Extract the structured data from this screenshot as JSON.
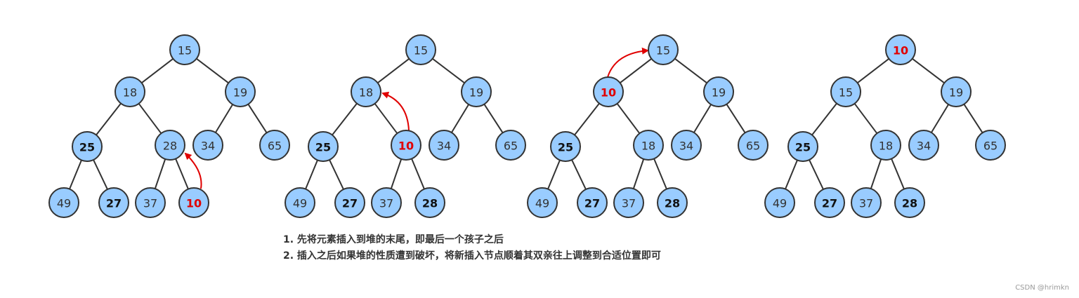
{
  "colors": {
    "node_fill": "#99ccff",
    "node_stroke": "#333333",
    "highlight": "#e00000",
    "edge": "#333333"
  },
  "trees": [
    {
      "nodes": [
        {
          "id": "a0",
          "label": "15"
        },
        {
          "id": "a1",
          "label": "18"
        },
        {
          "id": "a2",
          "label": "19"
        },
        {
          "id": "a3",
          "label": "25",
          "bold": true
        },
        {
          "id": "a4",
          "label": "28"
        },
        {
          "id": "a5",
          "label": "34"
        },
        {
          "id": "a6",
          "label": "65"
        },
        {
          "id": "a7",
          "label": "49"
        },
        {
          "id": "a8",
          "label": "27",
          "bold": true
        },
        {
          "id": "a9",
          "label": "37"
        },
        {
          "id": "a10",
          "label": "10",
          "highlight": true
        }
      ],
      "edges": [
        [
          "a0",
          "a1"
        ],
        [
          "a0",
          "a2"
        ],
        [
          "a1",
          "a3"
        ],
        [
          "a1",
          "a4"
        ],
        [
          "a2",
          "a5"
        ],
        [
          "a2",
          "a6"
        ],
        [
          "a3",
          "a7"
        ],
        [
          "a3",
          "a8"
        ],
        [
          "a4",
          "a9"
        ],
        [
          "a4",
          "a10"
        ]
      ],
      "arrow": [
        "a10",
        "a4"
      ]
    },
    {
      "nodes": [
        {
          "id": "b0",
          "label": "15"
        },
        {
          "id": "b1",
          "label": "18"
        },
        {
          "id": "b2",
          "label": "19"
        },
        {
          "id": "b3",
          "label": "25",
          "bold": true
        },
        {
          "id": "b4",
          "label": "10",
          "highlight": true
        },
        {
          "id": "b5",
          "label": "34"
        },
        {
          "id": "b6",
          "label": "65"
        },
        {
          "id": "b7",
          "label": "49"
        },
        {
          "id": "b8",
          "label": "27",
          "bold": true
        },
        {
          "id": "b9",
          "label": "37"
        },
        {
          "id": "b10",
          "label": "28",
          "bold": true
        }
      ],
      "edges": [
        [
          "b0",
          "b1"
        ],
        [
          "b0",
          "b2"
        ],
        [
          "b1",
          "b3"
        ],
        [
          "b1",
          "b4"
        ],
        [
          "b2",
          "b5"
        ],
        [
          "b2",
          "b6"
        ],
        [
          "b3",
          "b7"
        ],
        [
          "b3",
          "b8"
        ],
        [
          "b4",
          "b9"
        ],
        [
          "b4",
          "b10"
        ]
      ],
      "arrow": [
        "b4",
        "b1"
      ]
    },
    {
      "nodes": [
        {
          "id": "c0",
          "label": "15"
        },
        {
          "id": "c1",
          "label": "10",
          "highlight": true
        },
        {
          "id": "c2",
          "label": "19"
        },
        {
          "id": "c3",
          "label": "25",
          "bold": true
        },
        {
          "id": "c4",
          "label": "18"
        },
        {
          "id": "c5",
          "label": "34"
        },
        {
          "id": "c6",
          "label": "65"
        },
        {
          "id": "c7",
          "label": "49"
        },
        {
          "id": "c8",
          "label": "27",
          "bold": true
        },
        {
          "id": "c9",
          "label": "37"
        },
        {
          "id": "c10",
          "label": "28",
          "bold": true
        }
      ],
      "edges": [
        [
          "c0",
          "c1"
        ],
        [
          "c0",
          "c2"
        ],
        [
          "c1",
          "c3"
        ],
        [
          "c1",
          "c4"
        ],
        [
          "c2",
          "c5"
        ],
        [
          "c2",
          "c6"
        ],
        [
          "c3",
          "c7"
        ],
        [
          "c3",
          "c8"
        ],
        [
          "c4",
          "c9"
        ],
        [
          "c4",
          "c10"
        ]
      ],
      "arrow": [
        "c1",
        "c0"
      ]
    },
    {
      "nodes": [
        {
          "id": "d0",
          "label": "10",
          "highlight": true
        },
        {
          "id": "d1",
          "label": "15"
        },
        {
          "id": "d2",
          "label": "19"
        },
        {
          "id": "d3",
          "label": "25",
          "bold": true
        },
        {
          "id": "d4",
          "label": "18"
        },
        {
          "id": "d5",
          "label": "34"
        },
        {
          "id": "d6",
          "label": "65"
        },
        {
          "id": "d7",
          "label": "49"
        },
        {
          "id": "d8",
          "label": "27",
          "bold": true
        },
        {
          "id": "d9",
          "label": "37"
        },
        {
          "id": "d10",
          "label": "28",
          "bold": true
        }
      ],
      "edges": [
        [
          "d0",
          "d1"
        ],
        [
          "d0",
          "d2"
        ],
        [
          "d1",
          "d3"
        ],
        [
          "d1",
          "d4"
        ],
        [
          "d2",
          "d5"
        ],
        [
          "d2",
          "d6"
        ],
        [
          "d3",
          "d7"
        ],
        [
          "d3",
          "d8"
        ],
        [
          "d4",
          "d9"
        ],
        [
          "d4",
          "d10"
        ]
      ],
      "arrow": null
    }
  ],
  "notes": {
    "line1": "1. 先将元素插入到堆的末尾，即最后一个孩子之后",
    "line2": "2. 插入之后如果堆的性质遭到破坏，将新插入节点顺着其双亲往上调整到合适位置即可"
  },
  "watermark": "CSDN @hrimkn"
}
